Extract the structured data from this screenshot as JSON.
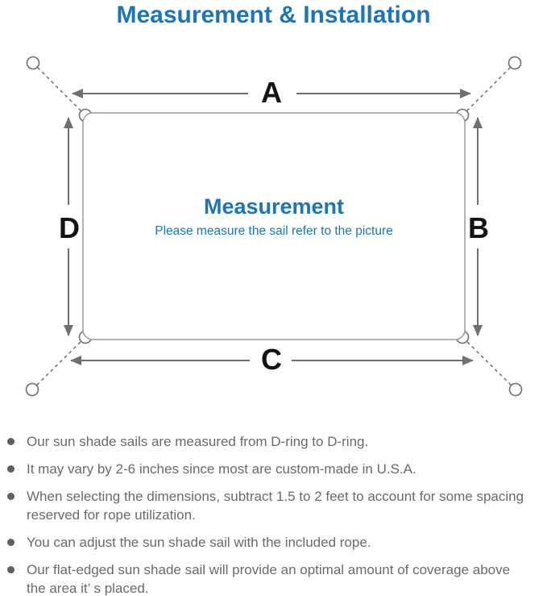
{
  "title": "Measurement & Installation",
  "colors": {
    "accent_blue": "#1b75bc",
    "note_text_gray": "#6a6a6a",
    "line_gray": "#6f6f6f",
    "sail_outline_gray": "#9c9c9c"
  },
  "diagram": {
    "type": "sun-shade-sail-measurement-diagram",
    "dimension_labels": {
      "top": "A",
      "right": "B",
      "bottom": "C",
      "left": "D"
    },
    "center_title": "Measurement",
    "center_subtitle": "Please measure the sail refer to the picture",
    "icons": [
      "anchor-point-circle",
      "d-ring-icon",
      "dashed-rope-line",
      "dimension-arrow"
    ]
  },
  "notes": {
    "items": [
      {
        "text": "Our sun shade sails are measured from D-ring to D-ring."
      },
      {
        "text": "It may vary by 2-6 inches since most are custom-made in U.S.A."
      },
      {
        "text": "When selecting the dimensions, subtract 1.5 to 2 feet to account for some spacing\nreserved for rope utilization."
      },
      {
        "text": "You can adjust the sun shade sail with the included rope."
      },
      {
        "text": "Our flat-edged sun shade sail will provide an optimal amount of coverage above\nthe area it’ s placed."
      }
    ]
  }
}
